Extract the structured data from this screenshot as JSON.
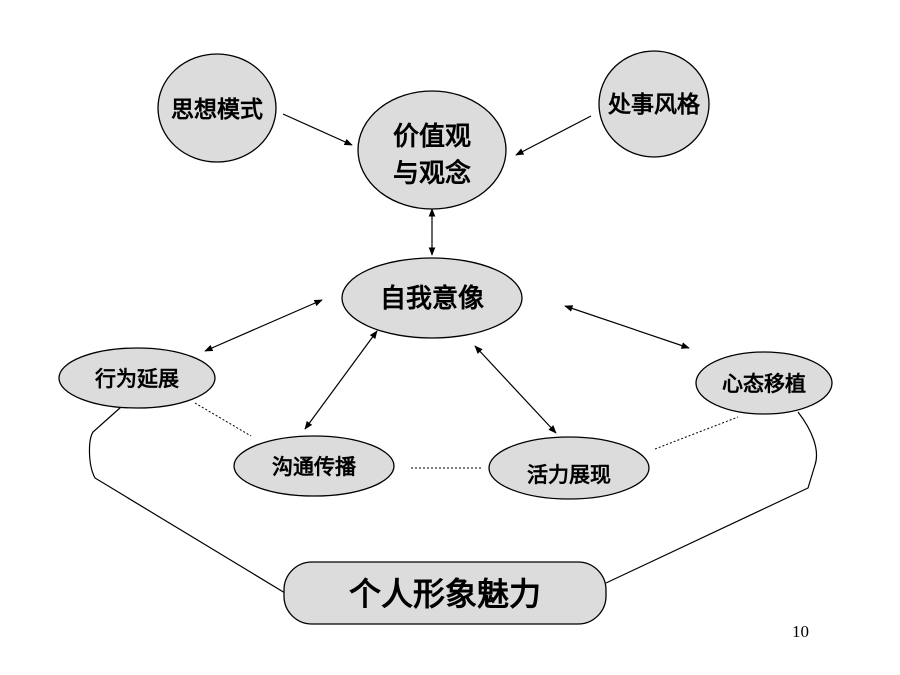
{
  "nodes": {
    "thinking_mode": "思想模式",
    "values_line1": "价值观",
    "values_line2": "与观念",
    "work_style": "处事风格",
    "self_image": "自我意像",
    "behavior_extension": "行为延展",
    "mindset_transplant": "心态移植",
    "communication": "沟通传播",
    "vitality": "活力展现",
    "personal_charm": "个人形象魅力"
  },
  "page_number": "10",
  "colors": {
    "node_fill": "#dcdcdc",
    "stroke": "#000000"
  }
}
